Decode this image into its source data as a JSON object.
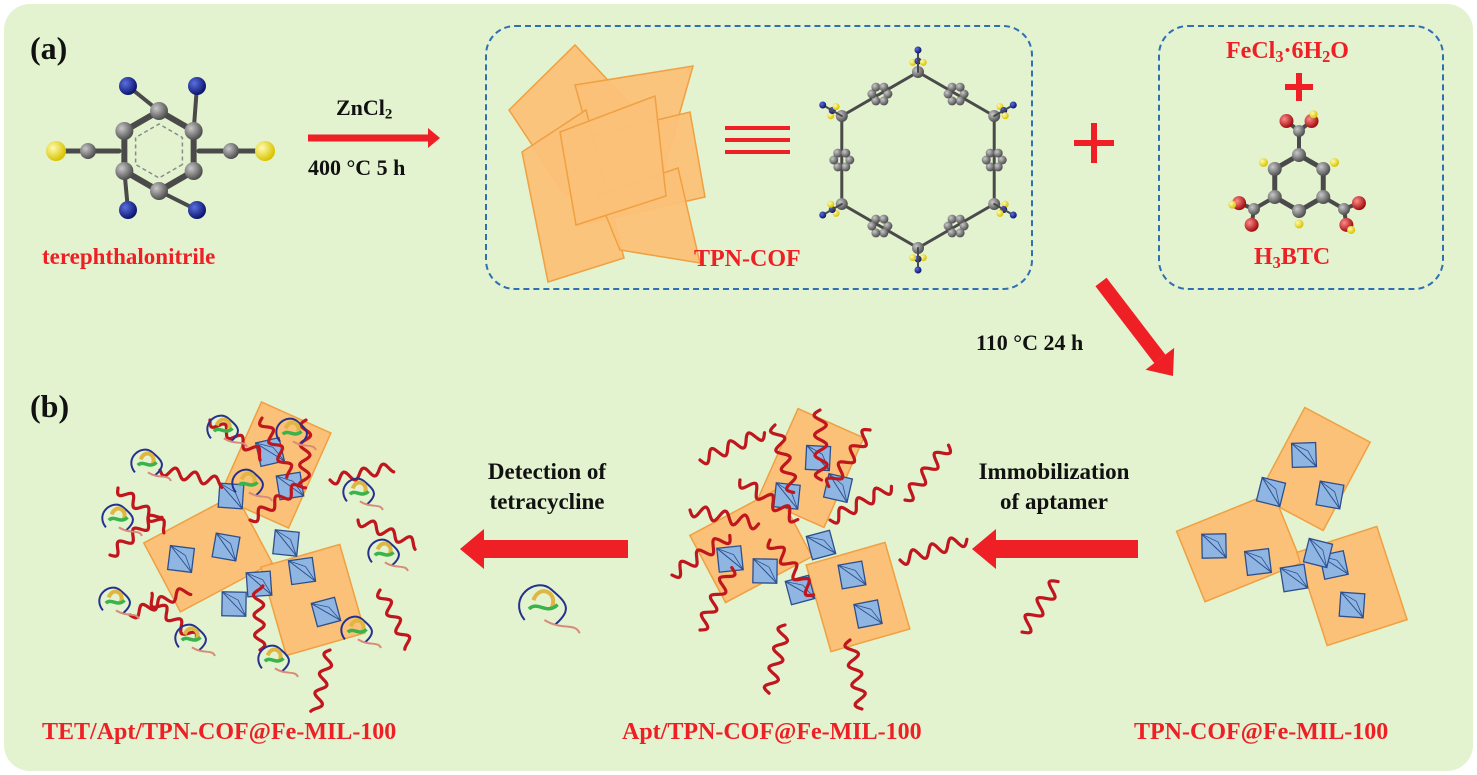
{
  "panel_a": {
    "letter": "(a)",
    "precursor_label": "terephthalonitrile",
    "reagent": "ZnCl₂",
    "condition": "400 °C 5 h",
    "cof_label": "TPN-COF",
    "metal_salt": "FeCl₃·6H₂O",
    "linker": "H₃BTC",
    "solvothermal_condition": "110 °C 24 h"
  },
  "panel_b": {
    "letter": "(b)",
    "step1_line1": "Immobilization",
    "step1_line2": "of aptamer",
    "step2_line1": "Detection of",
    "step2_line2": "tetracycline",
    "product1": "TPN-COF@Fe-MIL-100",
    "product2": "Apt/TPN-COF@Fe-MIL-100",
    "product3": "TET/Apt/TPN-COF@Fe-MIL-100"
  },
  "colors": {
    "background": "#e3f2cf",
    "text_red": "#ee1f25",
    "arrow_red": "#ee1f25",
    "dashed_border": "#2f6fb3",
    "cof_sheet": "#fbc178",
    "mof_octahedron": "#8fb6e2",
    "aptamer": "#c0161d",
    "carbon": "#6d6d6d",
    "nitrogen": "#1a2a9c",
    "sulfur": "#f5e62a",
    "oxygen": "#d52020"
  }
}
